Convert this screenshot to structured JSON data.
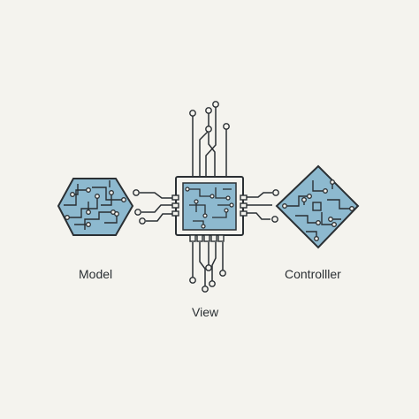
{
  "labels": {
    "model": "Model",
    "view": "View",
    "controller": "Controlller"
  },
  "colors": {
    "background": "#f4f3ee",
    "chip_fill": "#8db9cf",
    "line": "#2a2f33"
  },
  "icons": {
    "model": "hexagon-circuit-icon",
    "view": "square-chip-icon",
    "controller": "diamond-circuit-icon"
  }
}
